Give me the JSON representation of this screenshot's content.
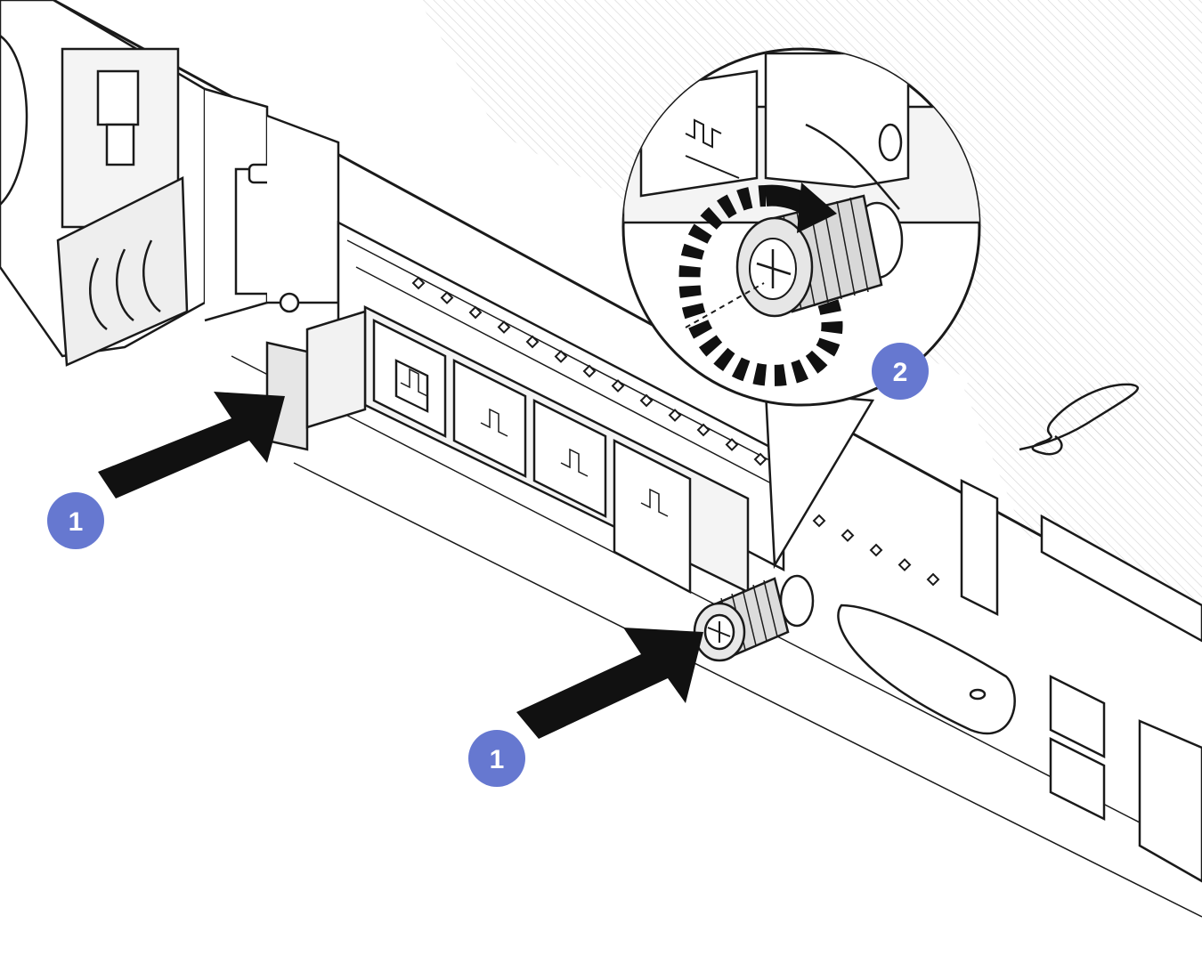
{
  "diagram": {
    "subject": "server-rear-ethernet-adapter-install",
    "colors": {
      "line": "#1a1a1a",
      "hatch": "#c8c8c8",
      "panel_fill": "#f4f4f4",
      "arrow": "#111111",
      "callout": "#6678d0",
      "callout_text": "#ffffff"
    },
    "callouts": [
      {
        "id": "step-1-left",
        "label": "1"
      },
      {
        "id": "step-1-right",
        "label": "1"
      },
      {
        "id": "step-2",
        "label": "2"
      }
    ],
    "icons": [
      "push-arrow-icon",
      "rotate-arrow-icon",
      "thumbscrew-icon",
      "rj45-port-icon"
    ]
  }
}
